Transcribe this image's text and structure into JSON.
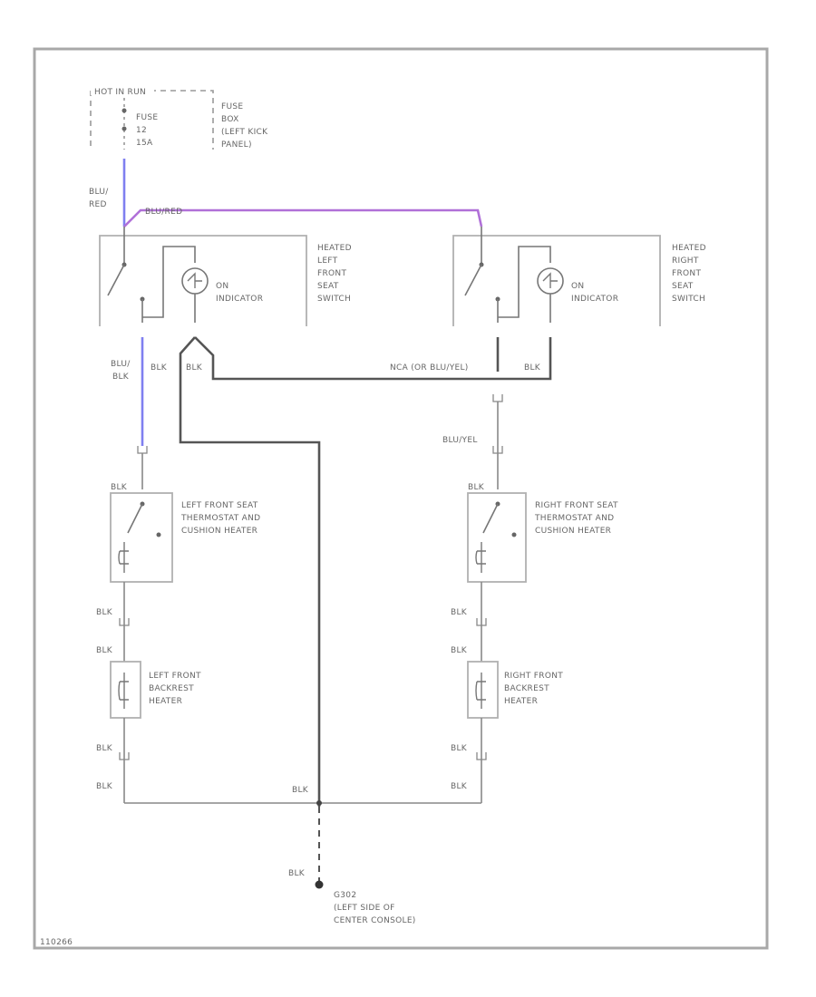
{
  "fuse": {
    "hot_label": "HOT IN RUN",
    "fuse_lines": [
      "FUSE",
      "12",
      "15A"
    ],
    "box_lines": [
      "FUSE",
      "BOX",
      "(LEFT KICK",
      "PANEL)"
    ]
  },
  "wires": {
    "feed": [
      "BLU/",
      "RED"
    ],
    "cross": "BLU/RED",
    "left_switch_out": [
      "BLU/",
      "BLK"
    ],
    "left_blk1": "BLK",
    "left_blk2": "BLK",
    "right_nca": "NCA (OR BLU/YEL)",
    "right_blk": "BLK",
    "right_bluyel": "BLU/YEL",
    "left_therm_in": "BLK",
    "right_therm_in": "BLK",
    "left_blk_a": "BLK",
    "left_blk_b": "BLK",
    "left_blk_c": "BLK",
    "left_blk_d": "BLK",
    "right_blk_a": "BLK",
    "right_blk_b": "BLK",
    "right_blk_c": "BLK",
    "right_blk_d": "BLK",
    "ground_blk1": "BLK",
    "ground_blk2": "BLK"
  },
  "components": {
    "left_switch": [
      "HEATED",
      "LEFT",
      "FRONT",
      "SEAT",
      "SWITCH"
    ],
    "right_switch": [
      "HEATED",
      "RIGHT",
      "FRONT",
      "SEAT",
      "SWITCH"
    ],
    "left_indicator": [
      "ON",
      "INDICATOR"
    ],
    "right_indicator": [
      "ON",
      "INDICATOR"
    ],
    "left_thermostat": [
      "LEFT FRONT SEAT",
      "THERMOSTAT AND",
      "CUSHION HEATER"
    ],
    "right_thermostat": [
      "RIGHT FRONT SEAT",
      "THERMOSTAT AND",
      "CUSHION HEATER"
    ],
    "left_backrest": [
      "LEFT FRONT",
      "BACKREST",
      "HEATER"
    ],
    "right_backrest": [
      "RIGHT FRONT",
      "BACKREST",
      "HEATER"
    ],
    "ground": [
      "G302",
      "(LEFT SIDE OF",
      "CENTER CONSOLE)"
    ]
  },
  "figure_id": "110266",
  "colors": {
    "wire": "#555555",
    "frame": "#a8a8a8",
    "blue_wire": "#7f7ff0",
    "purple_wire": "#b070d8"
  }
}
